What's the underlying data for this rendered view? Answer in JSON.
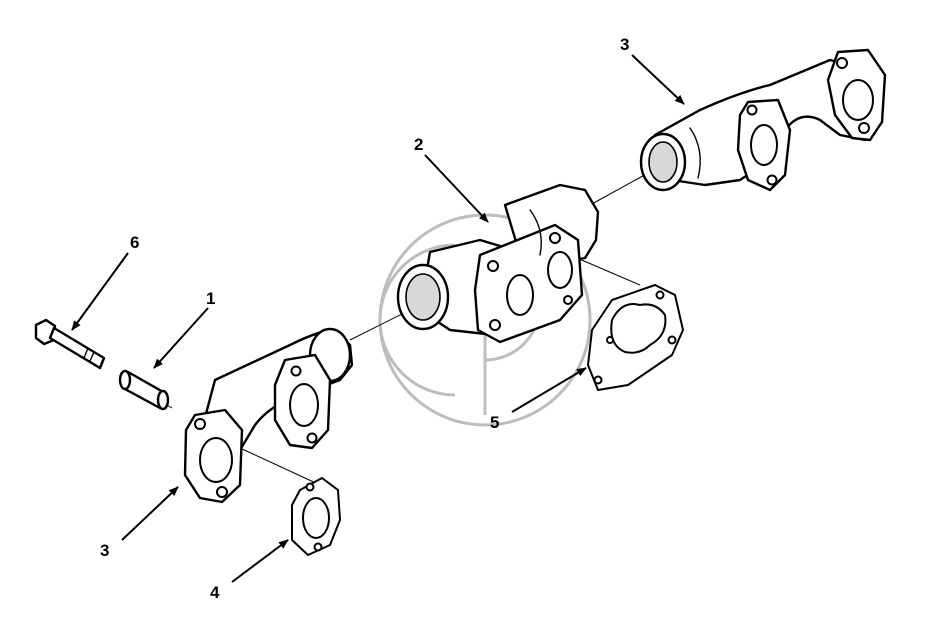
{
  "callouts": {
    "c1": "1",
    "c2": "2",
    "c3_upper": "3",
    "c3_lower": "3",
    "c4": "4",
    "c5": "5",
    "c6": "6"
  },
  "colors": {
    "line": "#000000",
    "background": "#ffffff",
    "watermark": "#bdbdbd"
  },
  "icons": {
    "watermark": "circular-logo-watermark"
  }
}
